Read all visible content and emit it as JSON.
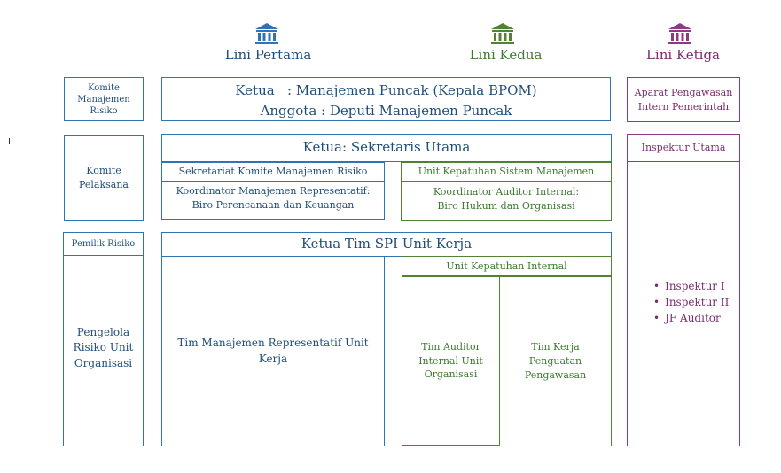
{
  "headers": {
    "lini_pertama": "Lini Pertama",
    "lini_kedua": "Lini Kedua",
    "lini_ketiga": "Lini Ketiga"
  },
  "icons": {
    "lini_pertama": "bank-building-icon",
    "lini_kedua": "bank-building-icon",
    "lini_ketiga": "bank-building-icon"
  },
  "colors": {
    "lini_pertama": "#2e75b6",
    "lini_kedua": "#548235",
    "lini_ketiga": "#8e3a80"
  },
  "left_column": {
    "komite_manajemen_risiko": "Komite Manajemen Risiko",
    "komite_pelaksana": "Komite Pelaksana",
    "pemilik_risiko": "Pemilik Risiko",
    "pengelola_risiko": "Pengelola Risiko Unit Organisasi"
  },
  "top_row": {
    "ketua": "Ketua   : Manajemen Puncak (Kepala BPOM)",
    "anggota": "Anggota : Deputi Manajemen Puncak"
  },
  "komite_pelaksana_row": {
    "ketua": "Ketua: Sekretaris Utama",
    "sekretariat": "Sekretariat Komite Manajemen Risiko",
    "koordinator_mr_1": "Koordinator Manajemen Representatif:",
    "koordinator_mr_2": "Biro Perencanaan dan Keuangan",
    "unit_kepatuhan_sm": "Unit Kepatuhan Sistem Manajemen",
    "koordinator_ai_1": "Koordinator Auditor Internal:",
    "koordinator_ai_2": "Biro Hukum dan Organisasi"
  },
  "unit_kerja_row": {
    "ketua_tim_spi": "Ketua Tim SPI Unit Kerja",
    "tim_mr": "Tim Manajemen Representatif Unit Kerja",
    "unit_kepatuhan_internal": "Unit Kepatuhan Internal",
    "tim_auditor": "Tim Auditor Internal Unit Organisasi",
    "tim_kerja": "Tim Kerja Penguatan Pengawasan"
  },
  "right_column": {
    "apip": "Aparat Pengawasan Intern Pemerintah",
    "inspektur_utama": "Inspektur Utama",
    "items": [
      "Inspektur I",
      "Inspektur II",
      "JF Auditor"
    ]
  },
  "margin_mark": "I"
}
